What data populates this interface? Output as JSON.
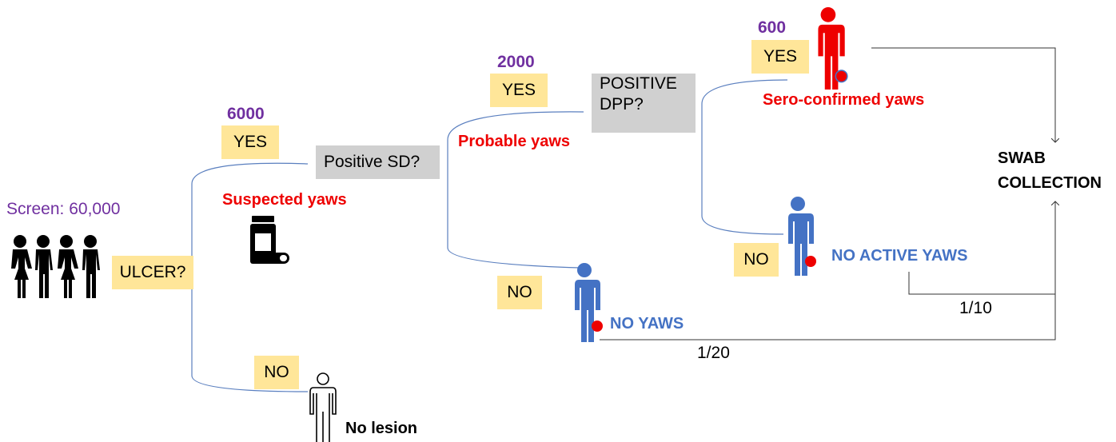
{
  "screen_label": "Screen: 60,000",
  "ulcer_question": "ULCER?",
  "no_ulcer": {
    "answer": "NO",
    "outcome": "No lesion"
  },
  "suspected": {
    "count": "6000",
    "answer": "YES",
    "label": "Suspected yaws",
    "question": "Positive SD?"
  },
  "sd_negative": {
    "answer": "NO",
    "outcome": "NO YAWS",
    "fraction": "1/20"
  },
  "probable": {
    "count": "2000",
    "answer": "YES",
    "label": "Probable yaws",
    "question_line1": "POSITIVE",
    "question_line2": "DPP?"
  },
  "dpp_negative": {
    "answer": "NO",
    "outcome": "NO ACTIVE YAWS",
    "fraction": "1/10"
  },
  "confirmed": {
    "count": "600",
    "answer": "YES",
    "label": "Sero-confirmed yaws"
  },
  "swab": {
    "line1": "SWAB",
    "line2": "COLLECTION"
  },
  "colors": {
    "line": "#5a7fbf",
    "red": "#ee0000",
    "blue": "#4472c4",
    "purple": "#7030a0",
    "yellow": "#ffe699",
    "gray": "#d0d0d0"
  },
  "icons": [
    "group-people-icon",
    "pill-bottle-icon",
    "person-outline-icon",
    "person-blue-icon",
    "person-red-icon"
  ]
}
